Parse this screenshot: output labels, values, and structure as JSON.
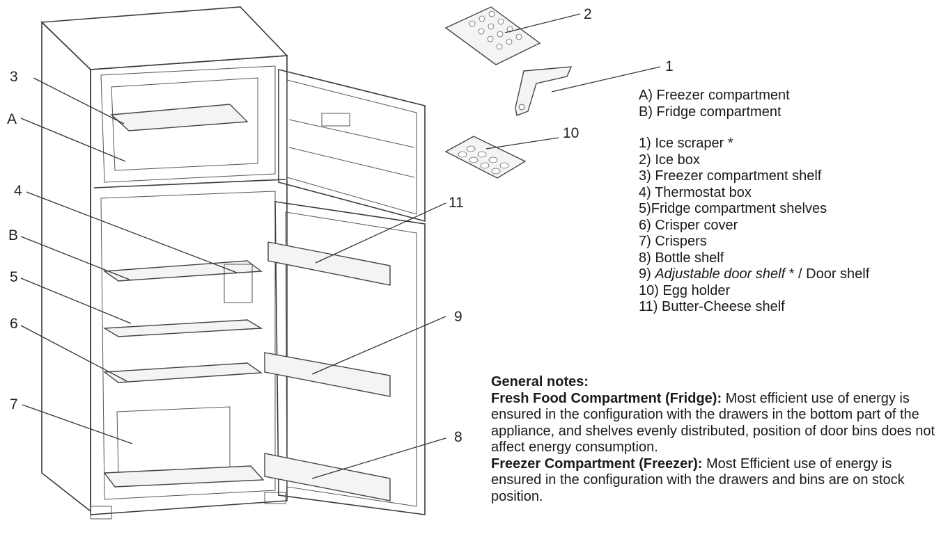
{
  "callouts": {
    "c1": "1",
    "c2": "2",
    "c3": "3",
    "c4": "4",
    "c5": "5",
    "c6": "6",
    "c7": "7",
    "c8": "8",
    "c9": "9",
    "c10": "10",
    "c11": "11",
    "cA": "A",
    "cB": "B"
  },
  "compartments": [
    "A) Freezer compartment",
    "B) Fridge compartment"
  ],
  "parts": [
    "1) Ice scraper *",
    "2) Ice box",
    "3) Freezer compartment shelf",
    "4) Thermostat box",
    "5)Fridge compartment shelves",
    "6) Crisper cover",
    "7) Crispers",
    "8) Bottle shelf"
  ],
  "part9": {
    "prefix": "9) ",
    "italic": "Adjustable door shelf",
    "suffix": " * / Door shelf"
  },
  "parts_end": [
    "10) Egg holder",
    "11) Butter-Cheese shelf"
  ],
  "notes": {
    "heading": "General notes:",
    "fridge_label": "Fresh Food Compartment (Fridge):",
    "fridge_text": " Most efficient use of energy is ensured in the configuration with the drawers in the bottom part of the appliance, and shelves evenly distributed, position of door bins does not affect energy consumption.",
    "freezer_label": "Freezer Compartment (Freezer):",
    "freezer_text": " Most Efficient use of energy is ensured in the configuration with the drawers and bins are on stock position."
  }
}
